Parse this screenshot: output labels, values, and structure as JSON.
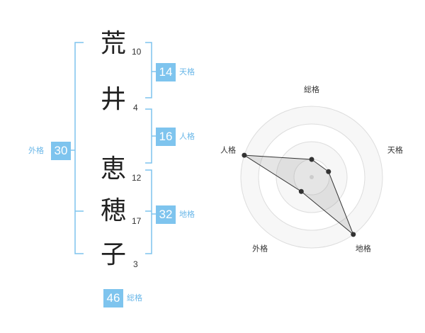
{
  "name": {
    "chars": [
      {
        "char": "荒",
        "strokes": "10"
      },
      {
        "char": "井",
        "strokes": "4"
      },
      {
        "char": "恵",
        "strokes": "12"
      },
      {
        "char": "穂",
        "strokes": "17"
      },
      {
        "char": "子",
        "strokes": "3"
      }
    ]
  },
  "fortunes": {
    "tenkaku": {
      "value": "14",
      "label": "天格"
    },
    "jinkaku": {
      "value": "16",
      "label": "人格"
    },
    "chikaku": {
      "value": "32",
      "label": "地格"
    },
    "gaikaku": {
      "value": "30",
      "label": "外格"
    },
    "soukaku": {
      "value": "46",
      "label": "総格"
    }
  },
  "colors": {
    "accent": "#7ec4ee",
    "accent_text": "#6ab7e8",
    "bracket": "#7ec4ee"
  },
  "chart_data": {
    "type": "radar",
    "axes": [
      "総格",
      "天格",
      "地格",
      "外格",
      "人格"
    ],
    "values": [
      1,
      1,
      4,
      1,
      4
    ],
    "rmax": 4,
    "rings": 4,
    "grid": true
  }
}
